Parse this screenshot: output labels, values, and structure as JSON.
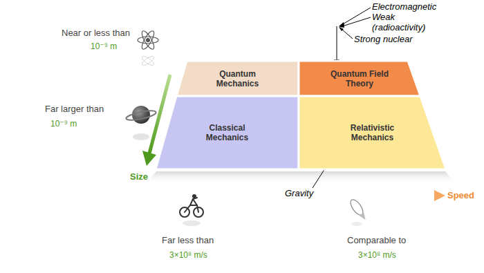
{
  "diagram": {
    "nodes": [
      {
        "text": [
          "Quantum Mechanics"
        ]
      },
      {
        "text": [
          "Quantum Field Theory"
        ]
      },
      {
        "text": [
          "Classical Mechanics"
        ]
      },
      {
        "text": [
          "Relativistic Mechanics"
        ]
      }
    ],
    "labels": [
      "Electromagnetic",
      "Weak (radioactivity)",
      "Strong nuclear",
      "Near or less than",
      "10⁻⁹ m",
      "Far larger than",
      "10⁻⁹ m",
      "Size",
      "Gravity",
      "Speed",
      "Far less than",
      "3×10⁸ m/s",
      "Comparable to",
      "3×10⁸ m/s"
    ]
  }
}
